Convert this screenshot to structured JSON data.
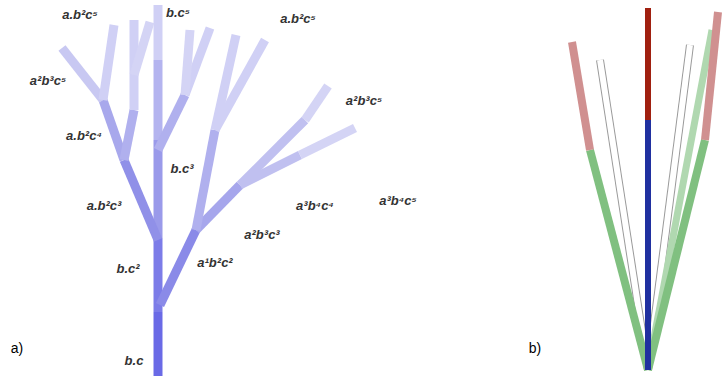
{
  "diagram": {
    "labels": [
      "a.b²c⁵",
      "b.c⁵",
      "a.b²c⁵",
      "a²b³c⁵",
      "a²b³c⁵",
      "a.b²c⁴",
      "b.c³",
      "a.b²c³",
      "a³b⁴c⁵",
      "a³b⁴c⁴",
      "a²b³c³",
      "b.c²",
      "a¹b²c²",
      "b.c",
      "a)",
      "b)"
    ]
  }
}
